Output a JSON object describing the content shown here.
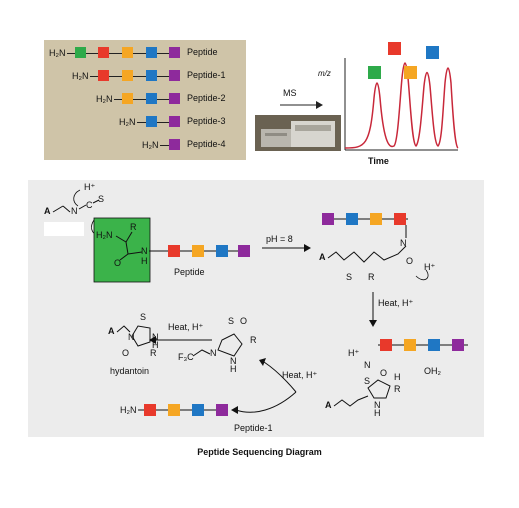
{
  "colors": {
    "green": "#2eaa4a",
    "red": "#e8392b",
    "orange": "#f5a623",
    "blue": "#1f77c4",
    "purple": "#8e2a9c",
    "peak": "#c8283a",
    "panel_bg": "#cfc4a8",
    "lower_bg": "#ececec",
    "reagent_box": "#3bb34a"
  },
  "top": {
    "peptides": [
      {
        "h2n": "H₂N",
        "label": "Peptide"
      },
      {
        "h2n": "H₂N",
        "label": "Peptide-1"
      },
      {
        "h2n": "H₂N",
        "label": "Peptide-2"
      },
      {
        "h2n": "H₂N",
        "label": "Peptide-3"
      },
      {
        "h2n": "H₂N",
        "label": "Peptide-4"
      }
    ],
    "ms_label": "MS",
    "mz_label": "m/z",
    "time_label": "Time"
  },
  "mech": {
    "reagent_a": "A",
    "reagent_n": "N",
    "reagent_c": "C",
    "reagent_s": "S",
    "proton": "H⁺",
    "box_h2n": "H₂N",
    "box_r": "R",
    "box_o": "O",
    "box_nh": "N",
    "box_h": "H",
    "peptide_label": "Peptide",
    "ph_label": "pH = 8",
    "heat_h1": "Heat, H⁺",
    "heat_h2": "Heat, H⁺",
    "heat_h3": "Heat, H⁺",
    "hydantoin_label": "hydantoin",
    "peptide1_h2n": "H₂N",
    "peptide1_label": "Peptide-1",
    "oh2": "OH₂",
    "f3c": "F₃C"
  },
  "caption": "Peptide Sequencing Diagram"
}
